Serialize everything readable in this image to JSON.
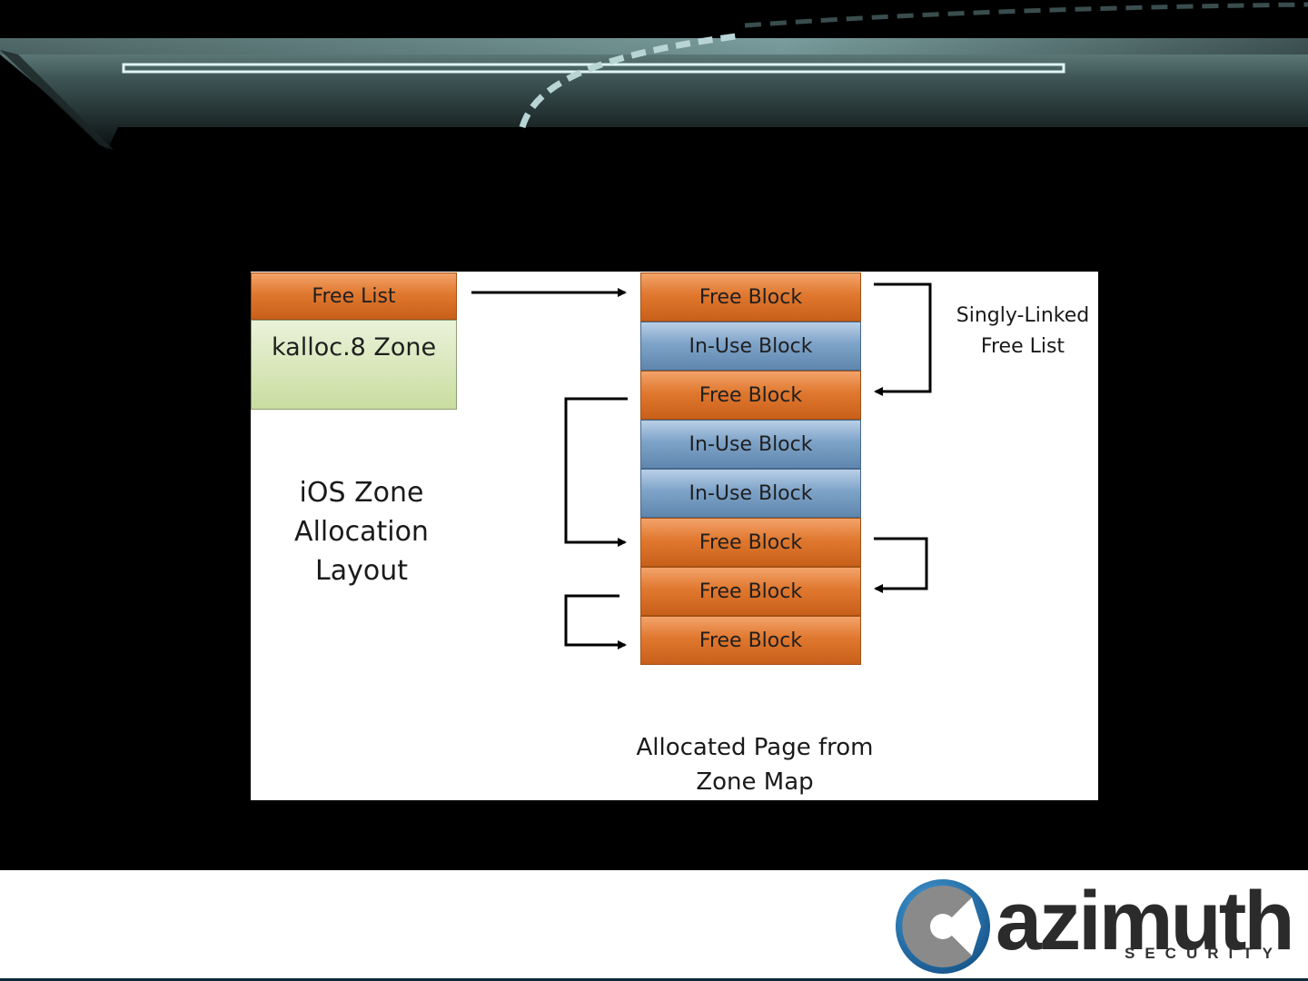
{
  "diagram": {
    "free_list_label": "Free List",
    "zone_label": "kalloc.8 Zone",
    "layout_title": [
      "iOS Zone",
      "Allocation",
      "Layout"
    ],
    "blocks": [
      {
        "label": "Free Block",
        "kind": "free"
      },
      {
        "label": "In-Use Block",
        "kind": "inuse"
      },
      {
        "label": "Free Block",
        "kind": "free"
      },
      {
        "label": "In-Use Block",
        "kind": "inuse"
      },
      {
        "label": "In-Use Block",
        "kind": "inuse"
      },
      {
        "label": "Free Block",
        "kind": "free"
      },
      {
        "label": "Free Block",
        "kind": "free"
      },
      {
        "label": "Free Block",
        "kind": "free"
      }
    ],
    "linked_list_label": [
      "Singly-Linked",
      "Free List"
    ],
    "page_caption": [
      "Allocated Page from",
      "Zone Map"
    ]
  },
  "colors": {
    "free_block": "#e0782f",
    "inuse_block": "#7ea3c9",
    "zone_box": "#d6e4b8",
    "background": "#000000"
  },
  "logo": {
    "wordmark": "azimuth",
    "subtitle": "SECURITY"
  }
}
